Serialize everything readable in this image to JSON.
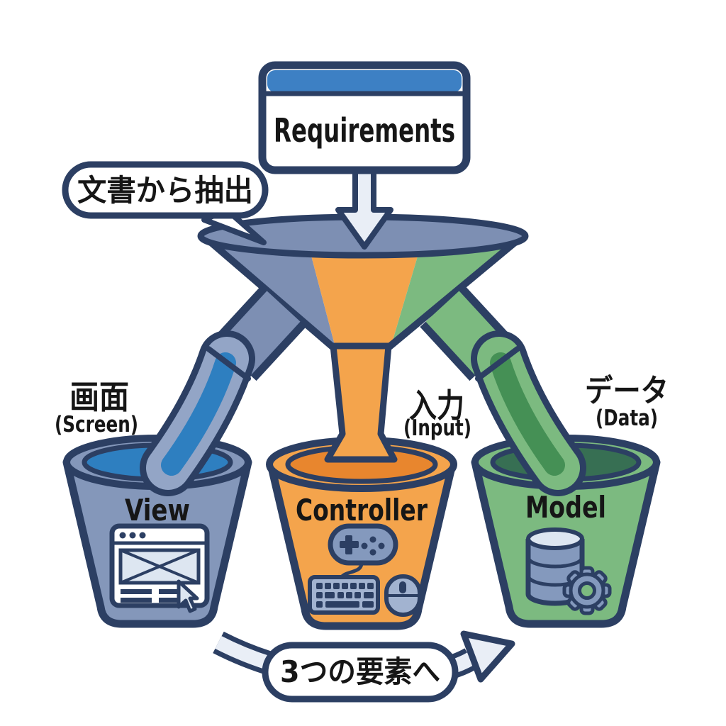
{
  "colors": {
    "outline": "#2c3f63",
    "canvas": "#ffffff",
    "header_blue": "#3d80c4",
    "funnel_slate": "#7d8fb3",
    "bucket_slate": "#8497ba",
    "stream_slate_band": "#93a5c6",
    "liquid_blue": "#2e7fc0",
    "orange": "#f4a44c",
    "liquid_orange": "#e8862e",
    "green": "#7cba80",
    "stream_green_core": "#459055",
    "liquid_green": "#376f53",
    "light_fill": "#e9eef6",
    "icon_slate": "#8499bd",
    "icon_slate_light": "#a2b3d0",
    "icon_paper": "#dde6f1",
    "text": "#161616"
  },
  "requirements_box": {
    "label": "Requirements"
  },
  "speech_bubble": {
    "label": "文書から抽出"
  },
  "stream_labels": {
    "screen": {
      "jp": "画面",
      "en": "(Screen)"
    },
    "input": {
      "jp": "入力",
      "en": "(Input)"
    },
    "data": {
      "jp": "データ",
      "en": "(Data)"
    }
  },
  "buckets": [
    {
      "name": "View"
    },
    {
      "name": "Controller"
    },
    {
      "name": "Model"
    }
  ],
  "bottom_arrow": {
    "label": "3つの要素へ"
  }
}
